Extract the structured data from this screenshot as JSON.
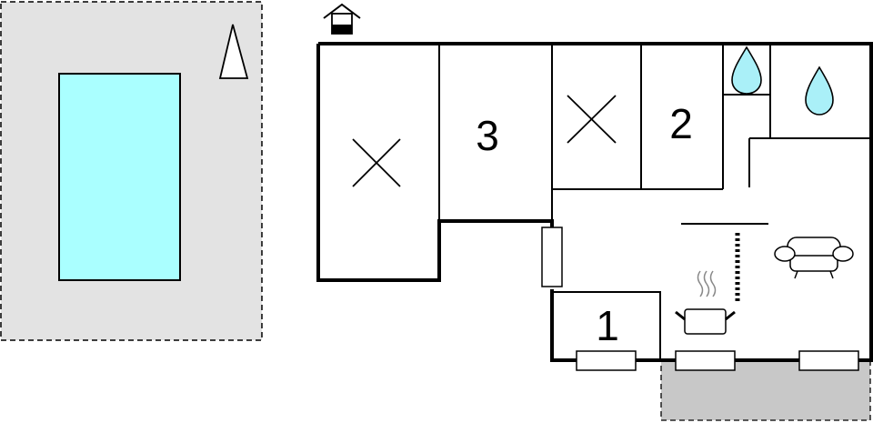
{
  "rooms": [
    {
      "label": "3"
    },
    {
      "label": "2"
    },
    {
      "label": "1"
    }
  ],
  "icons": [
    "house-icon",
    "compass-north-icon",
    "pool",
    "shower-icon",
    "bath-icon",
    "cross-mark-icon",
    "sofa-icon",
    "cooking-pot-icon",
    "radiator-icon",
    "staircase-icon"
  ],
  "colors": {
    "pool": "#aaffff",
    "garden": "#e3e3e3",
    "terrace": "#c8c8c8",
    "water_drop": "#aaf0f8",
    "wall": "#000000"
  }
}
